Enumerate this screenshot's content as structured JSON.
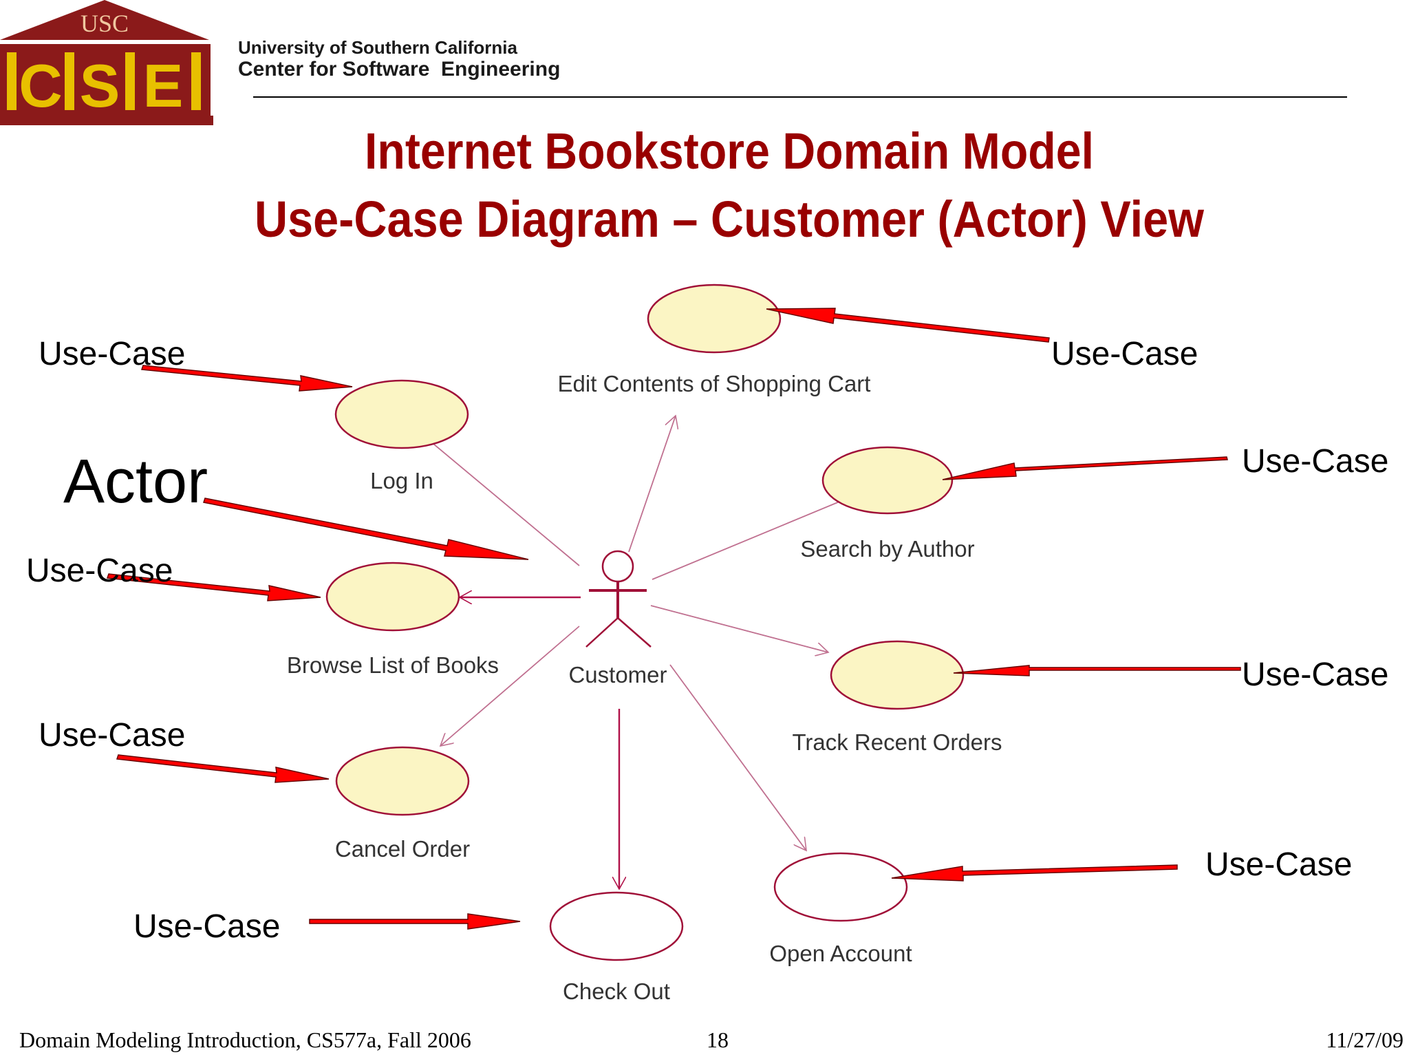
{
  "header": {
    "logo_roof_text": "USC",
    "logo_letters": [
      "C",
      "S",
      "E"
    ],
    "university": "University of Southern California",
    "center": "Center for Software  Engineering"
  },
  "title": {
    "line1": "Internet Bookstore Domain Model",
    "line2": "Use-Case Diagram – Customer (Actor) View"
  },
  "actor": {
    "name": "Customer"
  },
  "use_cases": [
    {
      "id": "uc-edit-cart",
      "name": "Edit Contents of Shopping Cart"
    },
    {
      "id": "uc-log-in",
      "name": "Log In"
    },
    {
      "id": "uc-search-author",
      "name": "Search by Author"
    },
    {
      "id": "uc-browse-books",
      "name": "Browse List of Books"
    },
    {
      "id": "uc-track-orders",
      "name": "Track Recent Orders"
    },
    {
      "id": "uc-cancel-order",
      "name": "Cancel Order"
    },
    {
      "id": "uc-open-account",
      "name": "Open Account"
    },
    {
      "id": "uc-check-out",
      "name": "Check Out"
    }
  ],
  "callouts": {
    "use_case_label": "Use-Case",
    "actor_label": "Actor"
  },
  "footer": {
    "course": "Domain Modeling Introduction, CS577a, Fall 2006",
    "page": "18",
    "date": "11/27/09"
  },
  "colors": {
    "title": "#990000",
    "usecase_fill": "#fbf5c4",
    "usecase_stroke": "#a01038",
    "association": "#b01048",
    "callout_arrow": "#ff0000",
    "logo_red": "#8b1a1a",
    "logo_gold": "#e8c000"
  }
}
